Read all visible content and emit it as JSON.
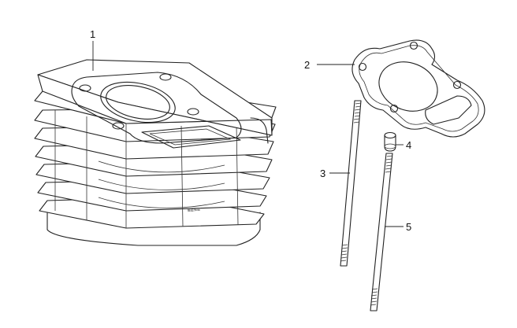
{
  "callouts": [
    {
      "number": "1",
      "part": "cylinder"
    },
    {
      "number": "2",
      "part": "cylinder-gasket"
    },
    {
      "number": "3",
      "part": "stud-bolt"
    },
    {
      "number": "4",
      "part": "dowel-pin"
    },
    {
      "number": "5",
      "part": "stud-bolt"
    }
  ],
  "colors": {
    "line": "#222222",
    "background": "#ffffff"
  }
}
